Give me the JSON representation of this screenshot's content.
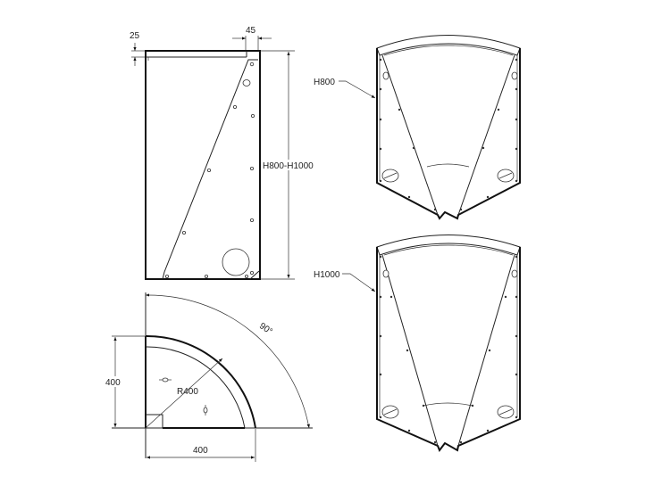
{
  "drawing": {
    "side_view": {
      "top_thickness_dim": "25",
      "top_offset_dim": "45",
      "height_dim": "H800-H1000"
    },
    "plan_view": {
      "depth_dim": "400",
      "width_dim": "400",
      "radius_dim": "R400",
      "angle_dim": "90°"
    },
    "iso_views": [
      {
        "label": "H800"
      },
      {
        "label": "H1000"
      }
    ],
    "colors": {
      "line": "#111111",
      "background": "#ffffff"
    }
  }
}
